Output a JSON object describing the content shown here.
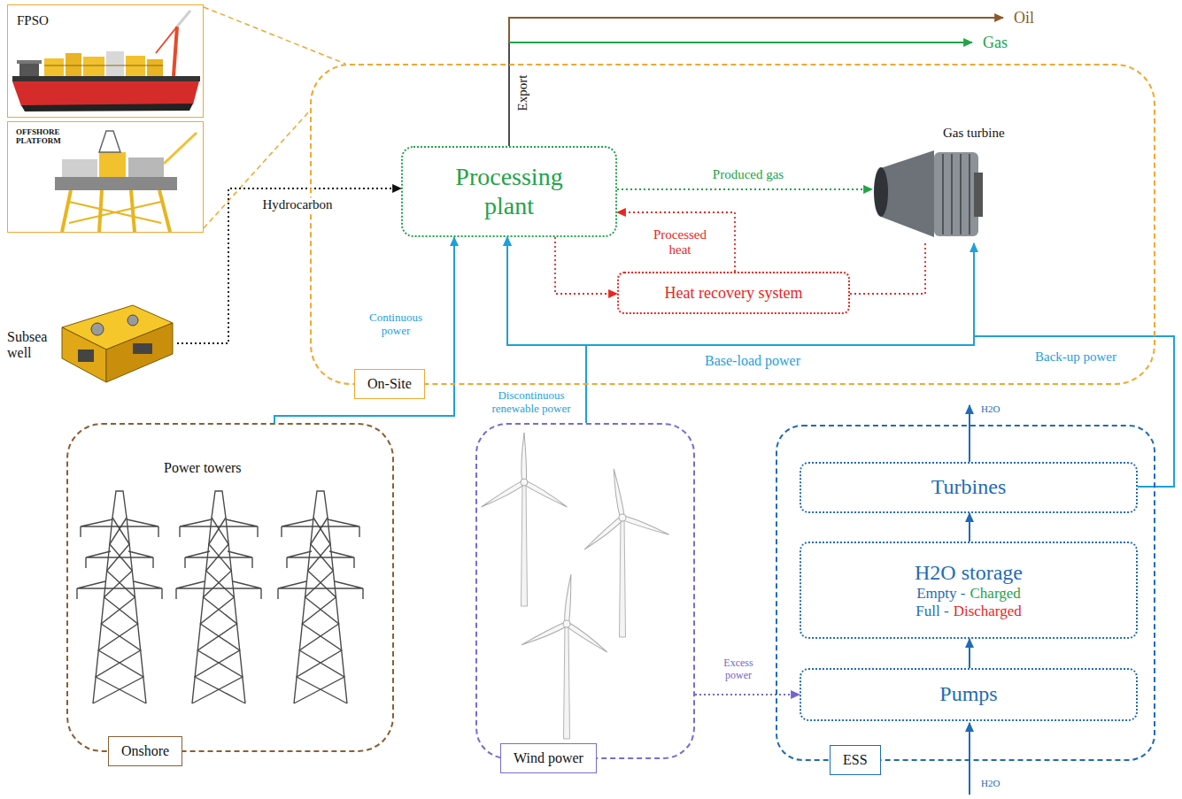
{
  "diagram": {
    "nodes": [
      {
        "text": [
          "FPSO"
        ]
      },
      {
        "text": [
          "OFFSHORE PLATFORM"
        ]
      },
      {
        "text": [
          "On-Site"
        ]
      },
      {
        "text": [
          "Processing plant"
        ],
        "in": 2
      },
      {
        "text": [
          "Gas turbine"
        ],
        "in": 2
      },
      {
        "text": [
          "Heat recovery system"
        ],
        "in": 2
      },
      {
        "text": [
          "Subsea well"
        ]
      },
      {
        "text": [
          "Power towers",
          "Onshore"
        ]
      },
      {
        "text": [
          "Wind power"
        ]
      },
      {
        "text": [
          "ESS"
        ]
      },
      {
        "text": [
          "Turbines"
        ],
        "in": 9
      },
      {
        "text": [
          "H2O storage",
          "Empty -",
          "Charged",
          "Full -",
          "Discharged"
        ],
        "in": 9
      },
      {
        "text": [
          "Pumps"
        ],
        "in": 9
      }
    ],
    "edges": [
      {
        "from": 0,
        "to": 2,
        "arrow": "none"
      },
      {
        "from": 1,
        "to": 2,
        "arrow": "none"
      },
      {
        "from": 6,
        "to": 3,
        "label": "Hydrocarbon",
        "arrow": "to"
      },
      {
        "from": 3,
        "to": 4,
        "label": "Produced gas",
        "arrow": "to"
      },
      {
        "from": 3,
        "to": 5,
        "arrow": "to"
      },
      {
        "from": 5,
        "to": 3,
        "label": "Processed heat",
        "arrow": "to"
      },
      {
        "from": 4,
        "to": 5,
        "arrow": "none"
      },
      {
        "from": 7,
        "to": 3,
        "label": "Continuous power",
        "arrow": "to"
      },
      {
        "from": 8,
        "to": 3,
        "label": "Discontinuous renewable power",
        "arrow": "to"
      },
      {
        "from": 4,
        "to": 3,
        "label": "Base-load power",
        "arrow": "to"
      },
      {
        "from": 10,
        "to": 4,
        "label": "Back-up power",
        "arrow": "to"
      },
      {
        "from": 8,
        "to": 12,
        "label": "Excess power",
        "arrow": "to"
      },
      {
        "from": 12,
        "to": 11,
        "arrow": "to"
      },
      {
        "from": 11,
        "to": 10,
        "arrow": "to"
      }
    ],
    "labels": [
      "Export",
      "Oil",
      "Gas",
      "H2O",
      "H2O"
    ]
  }
}
